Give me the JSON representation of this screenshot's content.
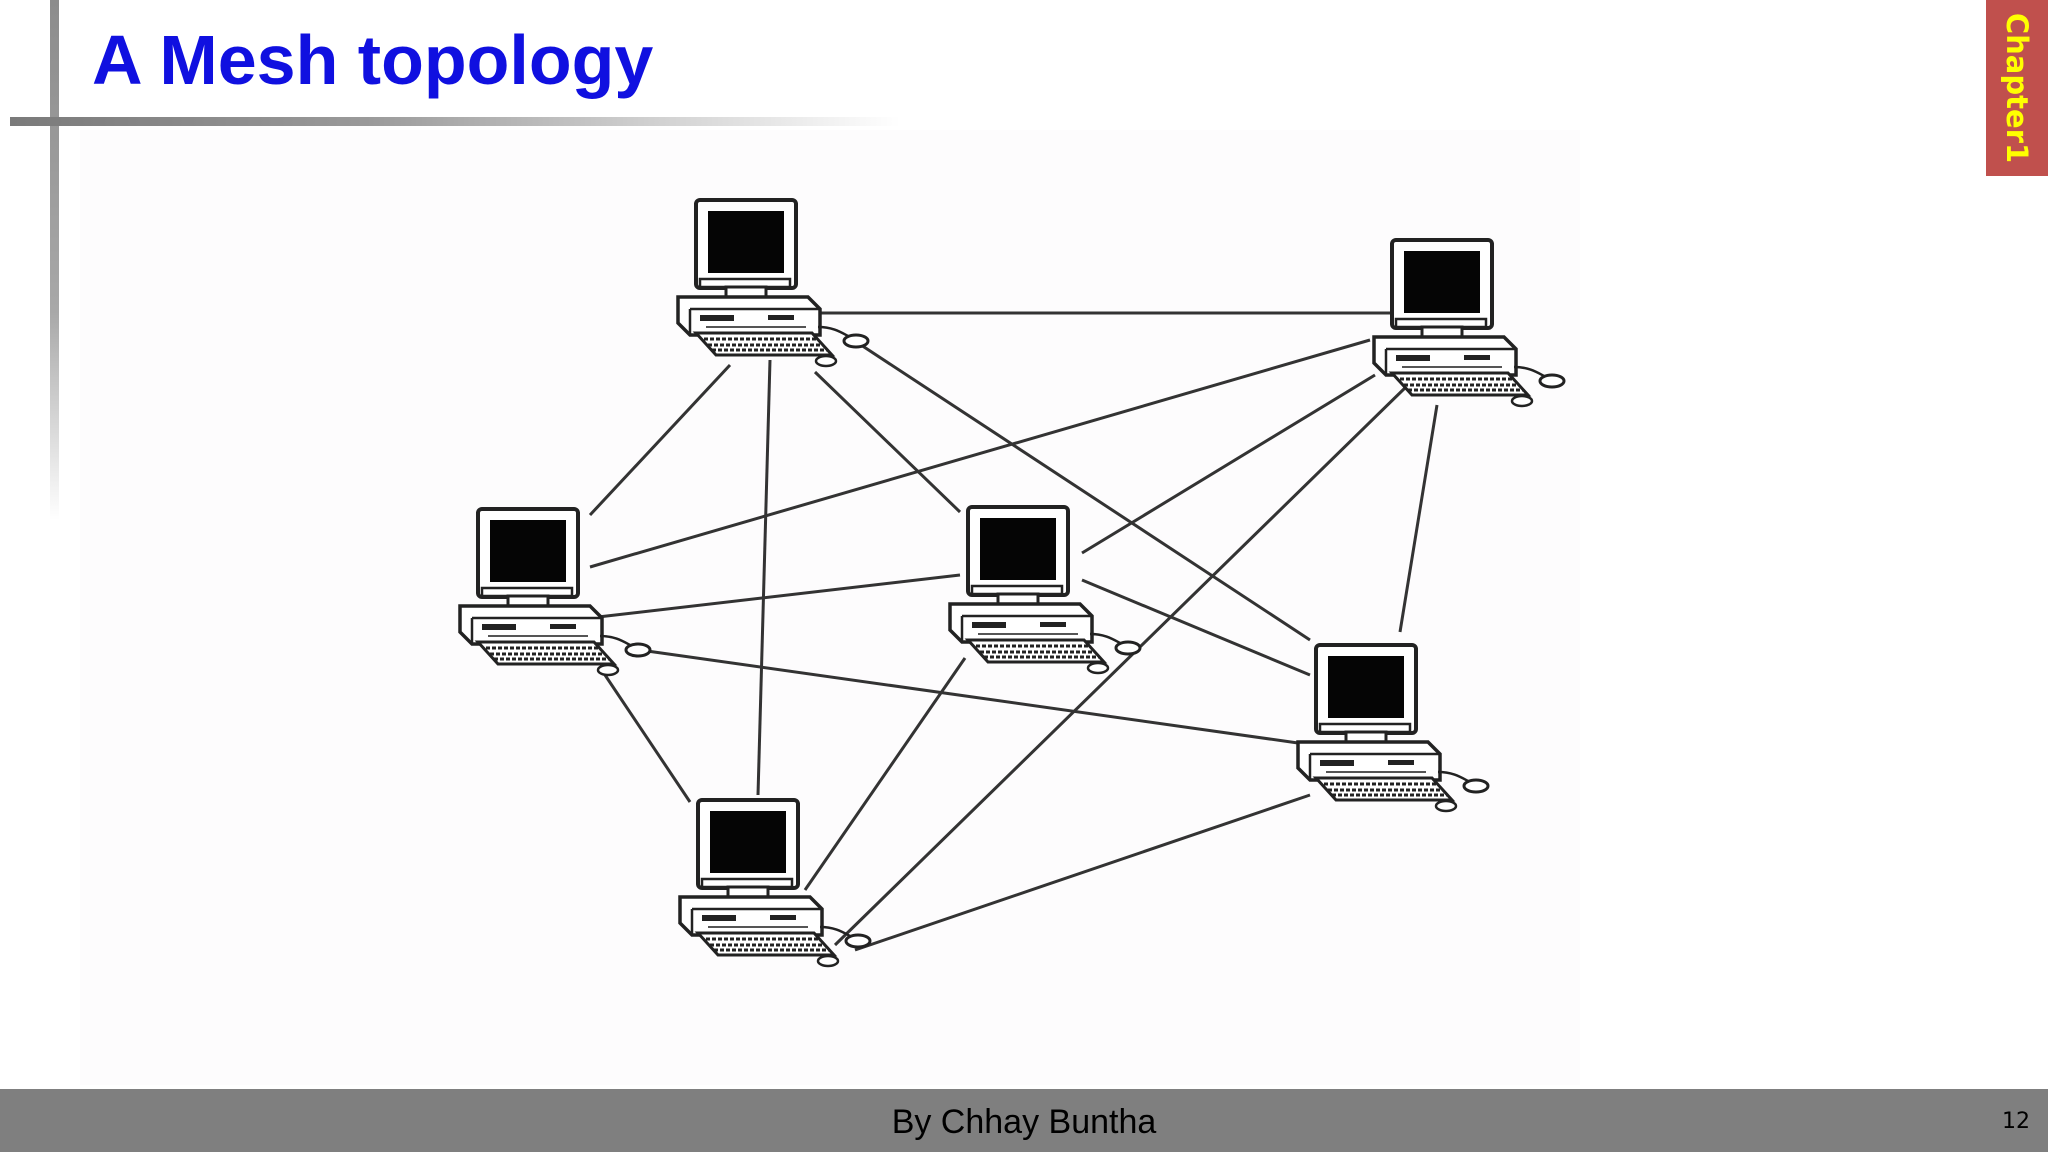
{
  "slide": {
    "title": "A Mesh topology",
    "chapter_tab": "Chapter1",
    "footer_text": "By Chhay Buntha",
    "page_number": "12"
  },
  "diagram": {
    "type": "mesh-topology",
    "node_icon": "desktop-computer-icon",
    "node_count": 6,
    "link_color": "#333333"
  },
  "colors": {
    "title": "#1010e0",
    "chapter_tab_bg": "#c0504d",
    "chapter_tab_text": "#ffff00",
    "footer_bg": "#7f7f7f"
  }
}
